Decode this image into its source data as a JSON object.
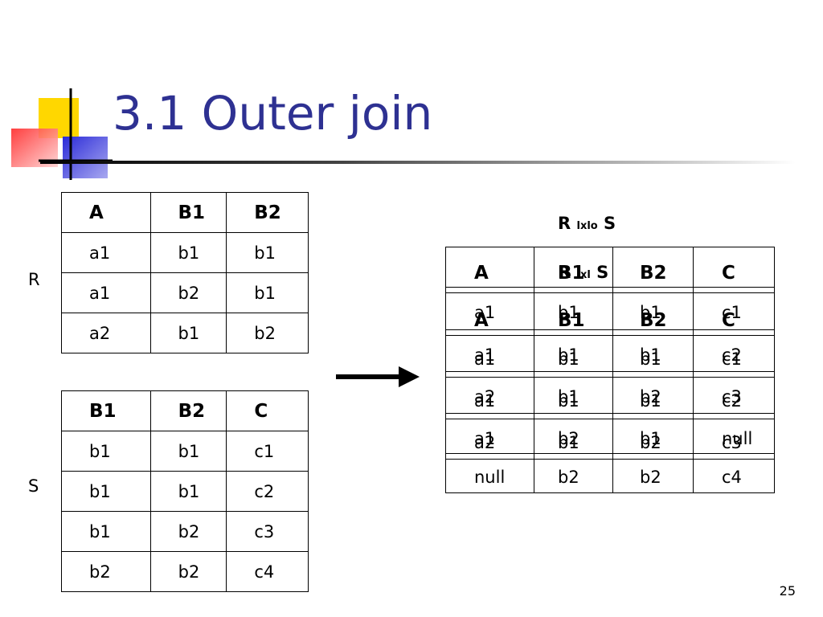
{
  "slide": {
    "title": "3.1 Outer join",
    "page_number": "25"
  },
  "relation_R": {
    "label": "R",
    "headers": [
      "A",
      "B1",
      "B2"
    ],
    "rows": [
      [
        "a1",
        "b1",
        "b1"
      ],
      [
        "a1",
        "b2",
        "b1"
      ],
      [
        "a2",
        "b1",
        "b2"
      ]
    ]
  },
  "relation_S": {
    "label": "S",
    "headers": [
      "B1",
      "B2",
      "C"
    ],
    "rows": [
      [
        "b1",
        "b1",
        "c1"
      ],
      [
        "b1",
        "b1",
        "c2"
      ],
      [
        "b1",
        "b2",
        "c3"
      ],
      [
        "b2",
        "b2",
        "c4"
      ]
    ]
  },
  "result": {
    "title_left": "R",
    "title_op": "lxlo",
    "title_right": "S",
    "headers": [
      "A",
      "B1",
      "B2",
      "C"
    ],
    "rows": [
      [
        "a1",
        "b1",
        "b1",
        "c1"
      ],
      [
        "a1",
        "b1",
        "b1",
        "c2"
      ],
      [
        "a2",
        "b1",
        "b2",
        "c3"
      ],
      [
        "a1",
        "b2",
        "b1",
        "null"
      ],
      [
        "null",
        "b2",
        "b2",
        "c4"
      ]
    ]
  },
  "ghost": {
    "title_left": "R",
    "title_op": "lxl",
    "title_right": "S",
    "headers": [
      "A",
      "B1",
      "B2",
      "C"
    ],
    "rows": [
      [
        "a1",
        "b1",
        "b1",
        "c1"
      ],
      [
        "a1",
        "b1",
        "b1",
        "c2"
      ],
      [
        "a2",
        "b1",
        "b2",
        "c3"
      ]
    ]
  },
  "colors": {
    "title": "#2e3192",
    "logo_yellow": "#ffd700",
    "logo_blue": "#3a3adf",
    "logo_red": "#ff3b3b"
  }
}
